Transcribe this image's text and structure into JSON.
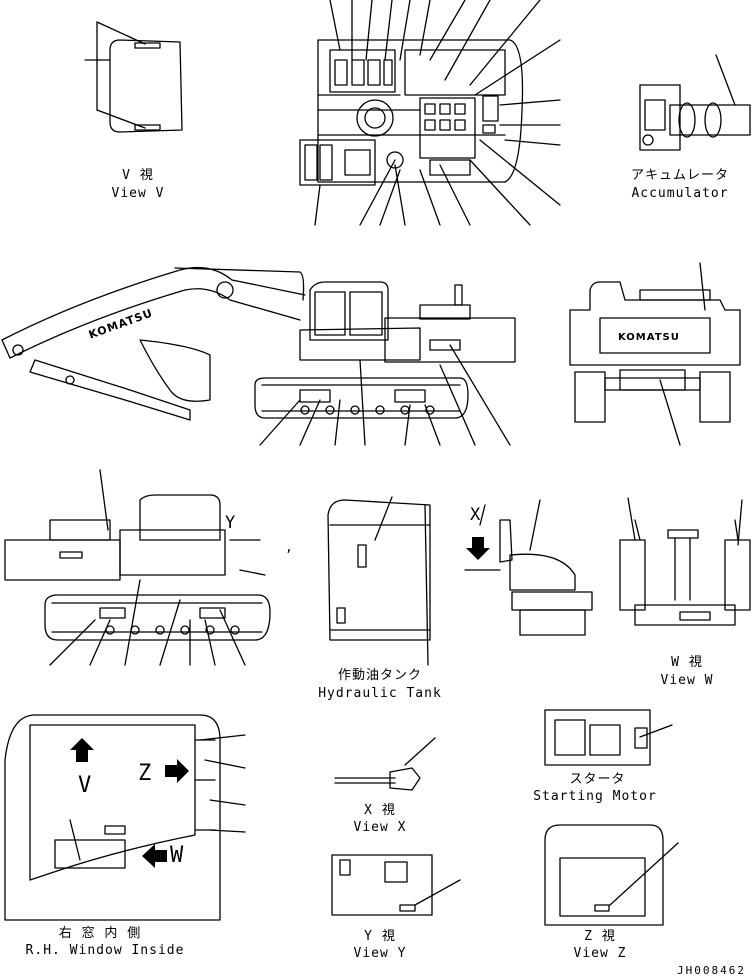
{
  "captions": {
    "view_v_jp": "V 視",
    "view_v_en": "View V",
    "accumulator_jp": "アキュムレータ",
    "accumulator_en": "Accumulator",
    "hydraulic_tank_jp": "作動油タンク",
    "hydraulic_tank_en": "Hydraulic Tank",
    "view_w_jp": "W 視",
    "view_w_en": "View W",
    "view_x_jp": "X 視",
    "view_x_en": "View X",
    "starting_motor_jp": "スタータ",
    "starting_motor_en": "Starting Motor",
    "rh_window_jp": "右 窓 内 側",
    "rh_window_en": "R.H. Window Inside",
    "view_y_jp": "Y 視",
    "view_y_en": "View Y",
    "view_z_jp": "Z 視",
    "view_z_en": "View Z"
  },
  "markers": {
    "y": "Y",
    "x": "X",
    "v": "V",
    "z": "Z",
    "w": "W",
    "comma": ","
  },
  "brand": "KOMATSU",
  "drawing_code": "JH008462",
  "colors": {
    "ink": "#000000",
    "paper": "#ffffff"
  }
}
